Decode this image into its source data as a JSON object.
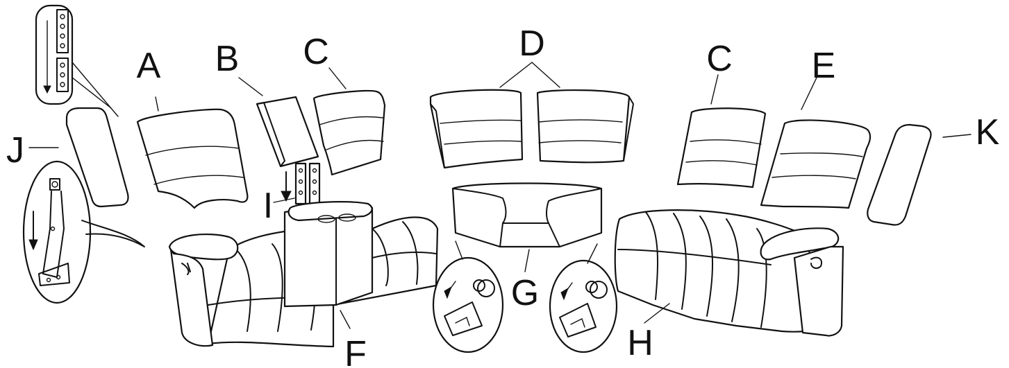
{
  "colors": {
    "line": "#111111",
    "background": "#ffffff"
  },
  "labels": {
    "a": "A",
    "b": "B",
    "c1": "C",
    "c2": "C",
    "d": "D",
    "e": "E",
    "f": "F",
    "g": "G",
    "h": "H",
    "i": "I",
    "j": "J",
    "k": "K"
  }
}
